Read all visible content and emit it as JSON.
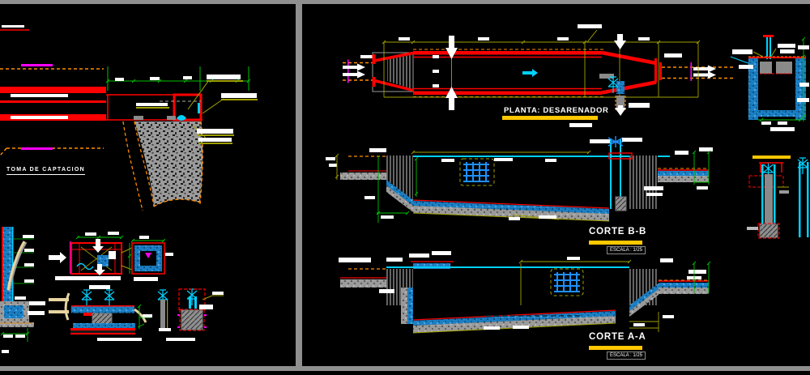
{
  "colors": {
    "background": "#000000",
    "viewport_frame": "#8f8f8f",
    "structure_red": "#ff0000",
    "pipe_cyan": "#00d0ff",
    "water_blue": "#1b7fc4",
    "dimension_olive": "#a0a000",
    "dimension_green": "#00c000",
    "hidden_orange": "#ff8c00",
    "marker_magenta": "#ff00ff",
    "title_underline_yellow": "#ffc800",
    "ground_tan": "#e8d4a0",
    "hatch_gray": "#9a9a9a",
    "text_white": "#ffffff"
  },
  "left_viewport": {
    "plan_title": "TOMA DE CAPTACION"
  },
  "right_viewport": {
    "plan": {
      "title": "PLANTA: DESARENADOR"
    },
    "sections": [
      {
        "title": "CORTE B-B",
        "scale": "ESCALA : 1/25"
      },
      {
        "title": "CORTE A-A",
        "scale": "ESCALA : 1/25"
      }
    ]
  }
}
